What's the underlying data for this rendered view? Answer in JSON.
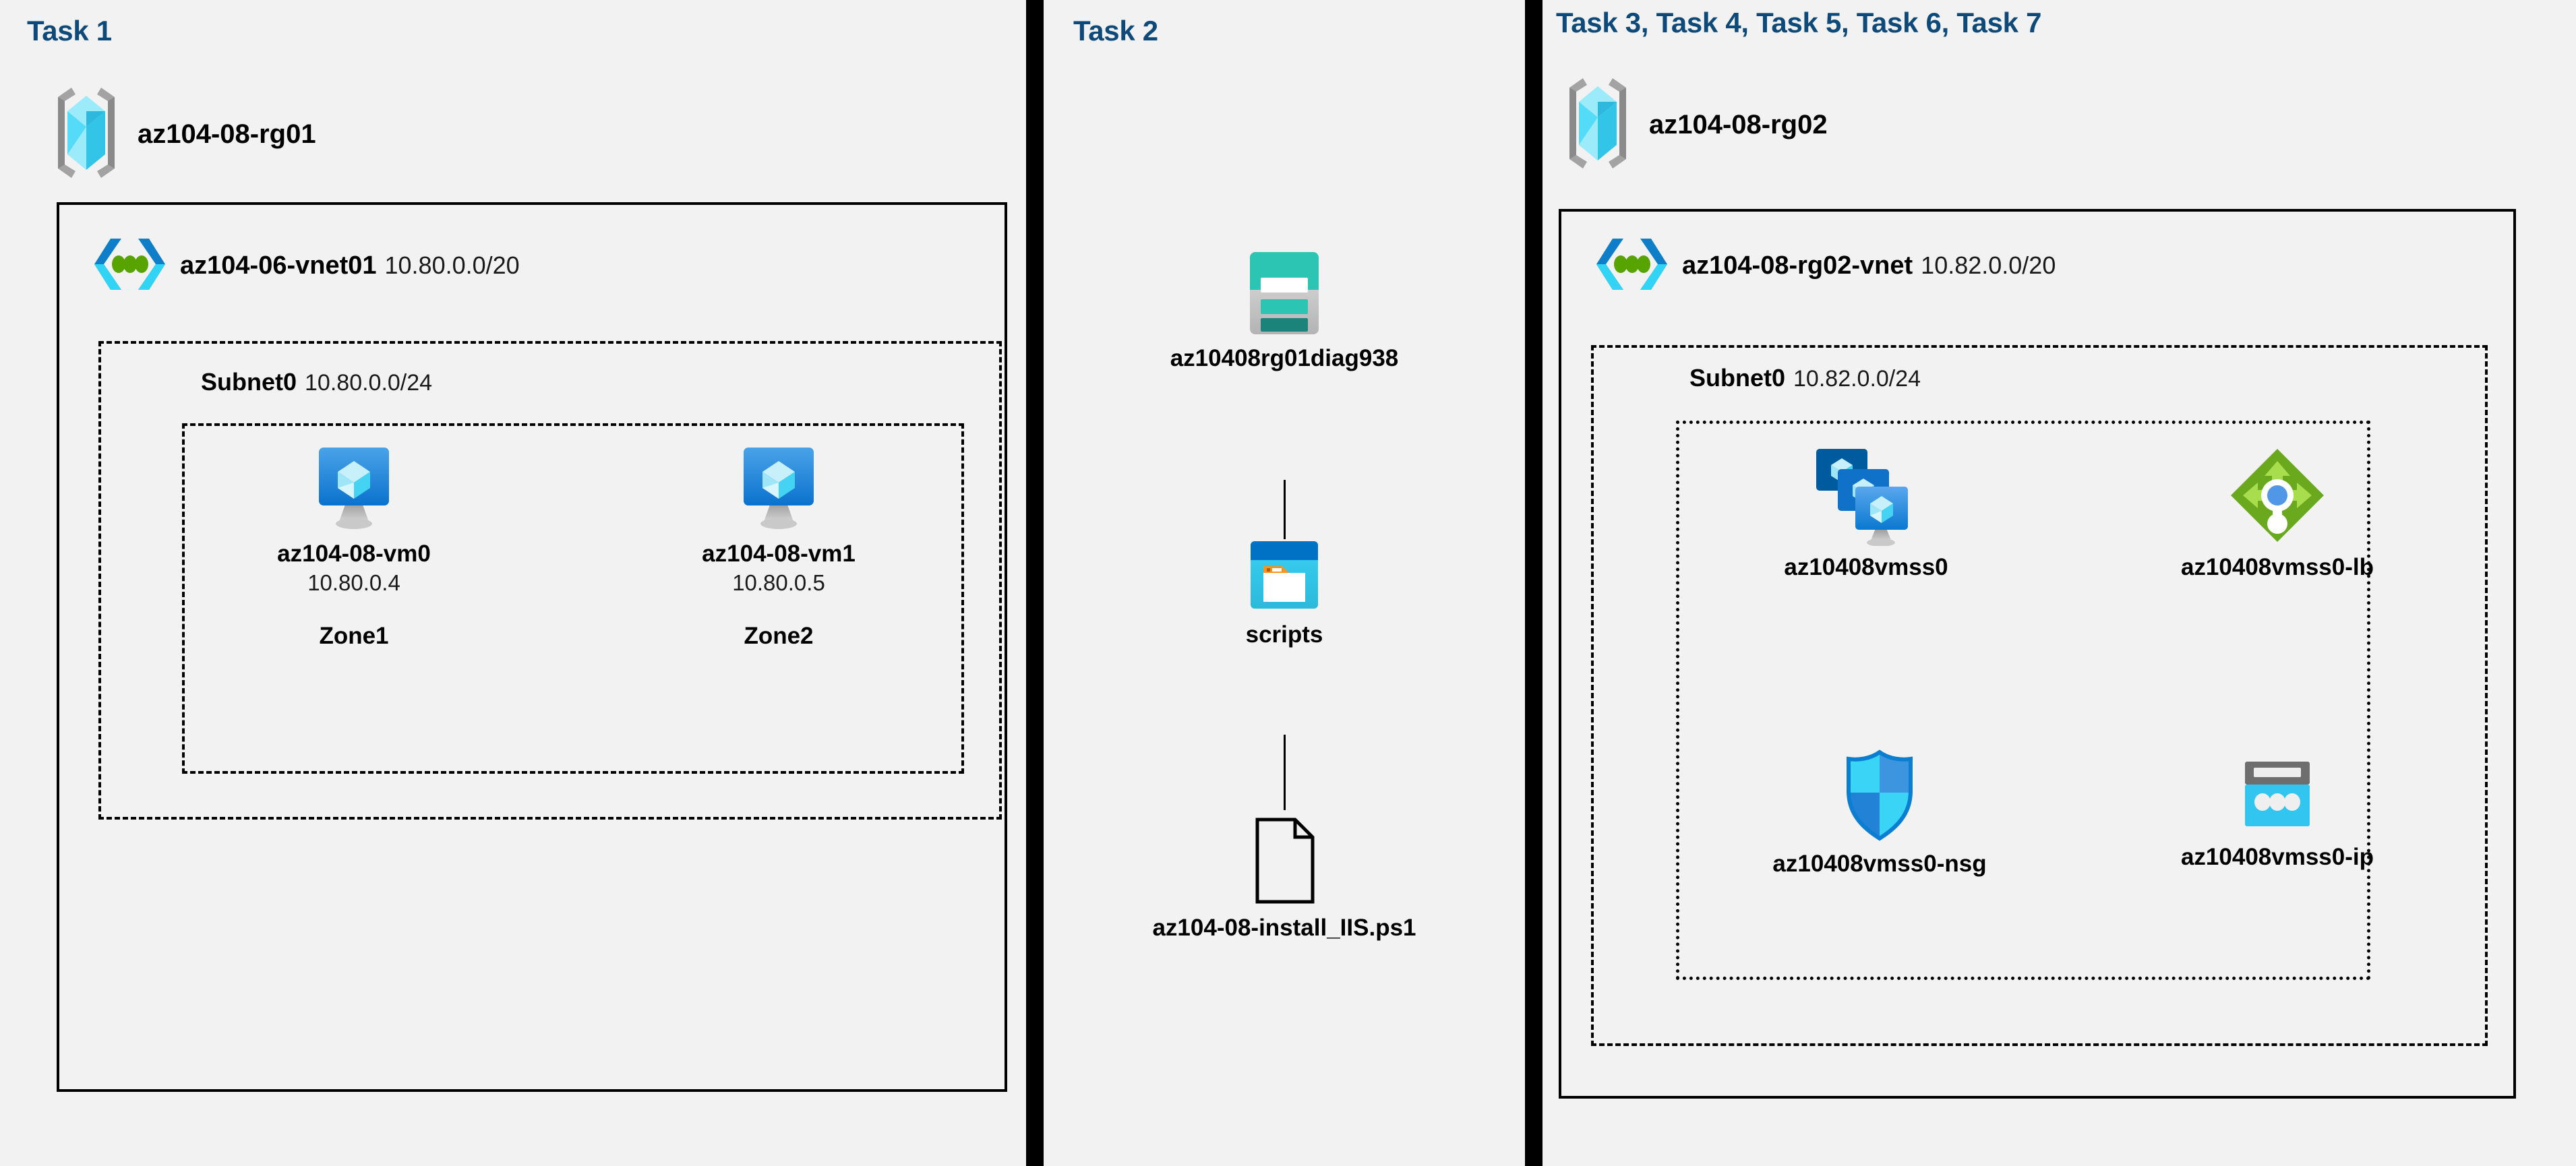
{
  "diagram": {
    "background": "#f2f2f2",
    "accent_title_color": "#0d4a7a"
  },
  "columns": [
    {
      "id": "task1",
      "title": "Task 1",
      "resource_group": {
        "name": "az104-08-rg01",
        "icon": "resource-group-icon"
      },
      "vnet": {
        "name": "az104-06-vnet01",
        "cidr": "10.80.0.0/20",
        "icon": "virtual-network-icon"
      },
      "subnet": {
        "name": "Subnet0",
        "cidr": "10.80.0.0/24"
      },
      "vms": [
        {
          "name": "az104-08-vm0",
          "ip": "10.80.0.4",
          "zone": "Zone1",
          "icon": "virtual-machine-icon"
        },
        {
          "name": "az104-08-vm1",
          "ip": "10.80.0.5",
          "zone": "Zone2",
          "icon": "virtual-machine-icon"
        }
      ]
    },
    {
      "id": "task2",
      "title": "Task 2",
      "items": [
        {
          "name": "az10408rg01diag938",
          "icon": "storage-account-icon"
        },
        {
          "name": "scripts",
          "icon": "blob-container-icon"
        },
        {
          "name": "az104-08-install_IIS.ps1",
          "icon": "file-icon"
        }
      ]
    },
    {
      "id": "task3to7",
      "title": "Task 3, Task 4, Task 5, Task 6, Task 7",
      "resource_group": {
        "name": "az104-08-rg02",
        "icon": "resource-group-icon"
      },
      "vnet": {
        "name": "az104-08-rg02-vnet",
        "cidr": "10.82.0.0/20",
        "icon": "virtual-network-icon"
      },
      "subnet": {
        "name": "Subnet0",
        "cidr": "10.82.0.0/24"
      },
      "resources": [
        {
          "name": "az10408vmss0",
          "icon": "vm-scale-set-icon"
        },
        {
          "name": "az10408vmss0-lb",
          "icon": "load-balancer-icon"
        },
        {
          "name": "az10408vmss0-nsg",
          "icon": "network-security-group-icon"
        },
        {
          "name": "az10408vmss0-ip",
          "icon": "public-ip-address-icon"
        }
      ]
    }
  ],
  "colors": {
    "title_blue": "#0d4a7a",
    "rg_cube_cyan": "#32d4f5",
    "vnet_blue": "#0078d4",
    "vnet_cyan": "#32d4f5",
    "vnet_green_dot": "#57a300",
    "vm_screen_blue": "#0078d4",
    "storage_teal": "#2cc5b4",
    "storage_dark_teal": "#1b8379",
    "blob_top_blue": "#0078d4",
    "blob_body_cyan": "#32c5f0",
    "blob_tag_orange": "#f7941e",
    "lb_green": "#6aa81e",
    "lb_light_green": "#9ed64b",
    "lb_blue_dot": "#5197e8",
    "nsg_cyan": "#3ad4f7",
    "nsg_blue": "#2e90e0",
    "pip_gray": "#6e6e6e",
    "pip_cyan": "#32c5f0"
  }
}
